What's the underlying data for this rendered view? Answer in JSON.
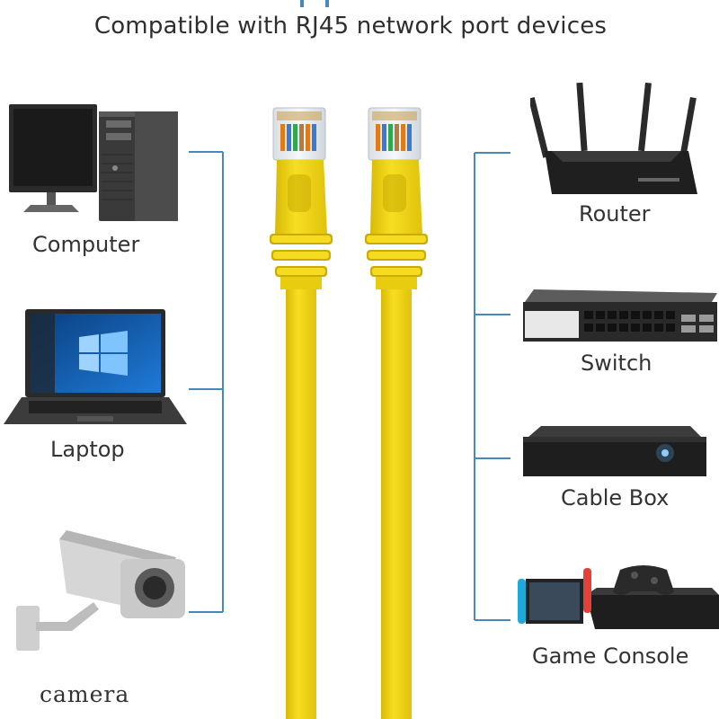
{
  "header": {
    "title": "Compatible with RJ45 network port devices"
  },
  "left_devices": [
    {
      "label": "Computer",
      "icon": "desktop-computer-icon"
    },
    {
      "label": "Laptop",
      "icon": "laptop-icon"
    },
    {
      "label": "camera",
      "icon": "security-camera-icon"
    }
  ],
  "right_devices": [
    {
      "label": "Router",
      "icon": "router-icon"
    },
    {
      "label": "Switch",
      "icon": "network-switch-icon"
    },
    {
      "label": "Cable Box",
      "icon": "cable-box-icon"
    },
    {
      "label": "Game Console",
      "icon": "game-console-icon"
    }
  ],
  "colors": {
    "cable": "#f2d416",
    "cable_shadow": "#d8ba06",
    "bracket": "#4a88b8",
    "text": "#333333"
  }
}
